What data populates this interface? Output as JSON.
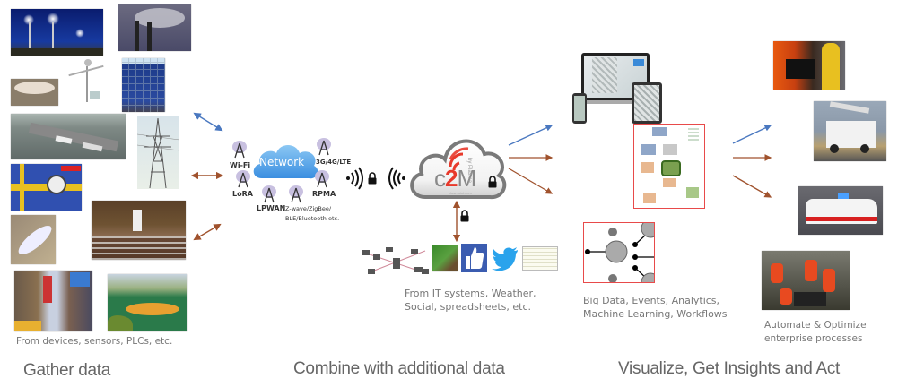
{
  "sections": {
    "gather": {
      "title": "Gather data",
      "caption": "From devices, sensors, PLCs, etc.",
      "images": [
        "street-lights",
        "smokestacks",
        "water-tank",
        "weather-station",
        "solar-panels",
        "highway-traffic",
        "power-pylon",
        "pipeline-valves",
        "dam-spillway",
        "assembly-hall",
        "city-street",
        "playground"
      ]
    },
    "combine": {
      "title": "Combine with additional data",
      "network": {
        "cloud_label": "Network",
        "protocols": [
          "Wi-Fi",
          "LoRA",
          "LPWAN",
          "Z-wave/ZigBee/ BLE/Bluetooth etc.",
          "3G/4G/LTE",
          "RPMA"
        ]
      },
      "platform": {
        "logo_left": "c",
        "logo_mid": "2",
        "logo_right": "M",
        "logo_by": "by Plasma",
        "site": "plasmaiot.com"
      },
      "caption_line1": "From IT systems, Weather,",
      "caption_line2": "Social, spreadsheets, etc.",
      "sources": [
        "it-network",
        "weather",
        "facebook-like",
        "twitter",
        "spreadsheet"
      ]
    },
    "visualize": {
      "title": "Visualize, Get Insights and Act",
      "caption_line1": "Big Data, Events, Analytics,",
      "caption_line2": "Machine Learning, Workflows",
      "actions_caption_line1": "Automate & Optimize",
      "actions_caption_line2": "enterprise processes",
      "actions": [
        "firefighter",
        "utility-truck",
        "ambulance",
        "road-crew"
      ]
    }
  },
  "colors": {
    "arrow_blue": "#4a78c0",
    "arrow_brown": "#a0522d",
    "logo_red": "#e8392b",
    "cloud_blue": "#5aa8e8",
    "frame_red": "#e84a4a"
  }
}
